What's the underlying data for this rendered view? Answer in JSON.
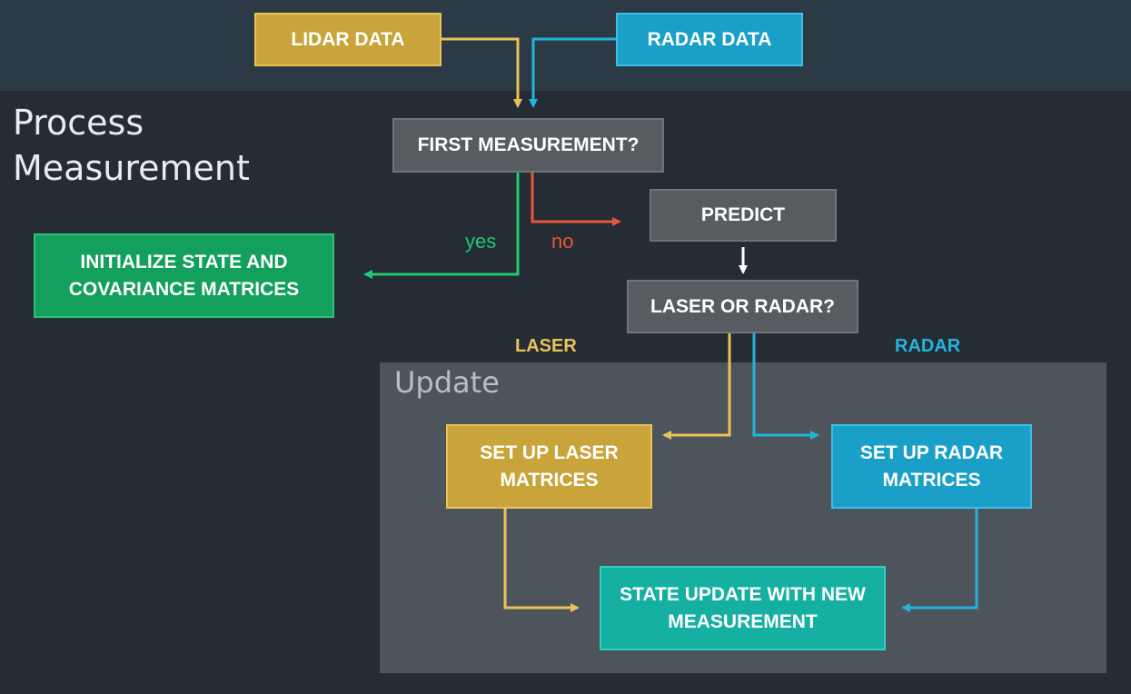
{
  "title": "Process\nMeasurement",
  "update_label": "Update",
  "nodes": {
    "lidar": "LIDAR DATA",
    "radar": "RADAR DATA",
    "first": "FIRST MEASUREMENT?",
    "predict": "PREDICT",
    "init": "INITIALIZE STATE AND COVARIANCE MATRICES",
    "laser_or_radar": "LASER OR RADAR?",
    "laser_setup": "SET UP LASER MATRICES",
    "radar_setup": "SET UP RADAR MATRICES",
    "state_update": "STATE UPDATE WITH NEW MEASUREMENT"
  },
  "edges": {
    "yes": "yes",
    "no": "no",
    "laser": "LASER",
    "radar": "RADAR"
  },
  "colors": {
    "yellow": "#e8c35a",
    "blue": "#23b4dc",
    "green": "#1ec874",
    "red": "#e8553c",
    "white": "#ffffff"
  }
}
